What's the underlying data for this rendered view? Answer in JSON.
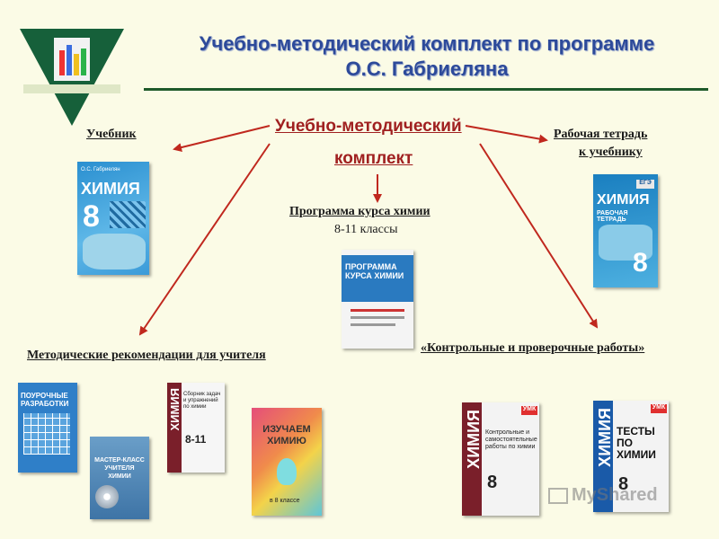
{
  "title": {
    "line1": "Учебно-методический комплект по программе",
    "line2": "О.С. Габриеляна"
  },
  "center": {
    "line1": "Учебно-методический",
    "line2": "комплект"
  },
  "labels": {
    "textbook": "Учебник",
    "workbook_line1": "Рабочая тетрадь",
    "workbook_line2": "к учебнику",
    "program_line1": "Программа курса химии",
    "program_line2": "8-11 классы",
    "methodical": "Методические рекомендации для учителя",
    "tests": "«Контрольные и проверочные работы»"
  },
  "books": {
    "textbook": {
      "author": "О.С. Габриелян",
      "title": "ХИМИЯ",
      "grade": "8"
    },
    "workbook": {
      "title": "ХИМИЯ",
      "subtitle": "РАБОЧАЯ ТЕТРАДЬ",
      "badge": "ЕГЭ",
      "grade": "8"
    },
    "program": {
      "title": "ПРОГРАММА КУРСА ХИМИИ"
    },
    "pourochnye": {
      "title": "ПОУРОЧНЫЕ РАЗРАБОТКИ"
    },
    "master": {
      "title": "МАСТЕР-КЛАСС УЧИТЕЛЯ ХИМИИ"
    },
    "sbornik": {
      "spine": "ХИМИЯ",
      "title": "Сборник задач и упражнений по химии",
      "grade": "8-11"
    },
    "izuchaem": {
      "title": "ИЗУЧАЕМ ХИМИЮ",
      "grade": "в 8 классе"
    },
    "kontrolnye": {
      "spine": "ХИМИЯ",
      "title": "Контрольные и самостоятельные работы по химии",
      "grade": "8",
      "badge": "УМК"
    },
    "testy": {
      "spine": "ХИМИЯ",
      "title": "ТЕСТЫ ПО ХИМИИ",
      "grade": "8",
      "badge": "УМК"
    }
  },
  "watermark": "MyShared"
}
